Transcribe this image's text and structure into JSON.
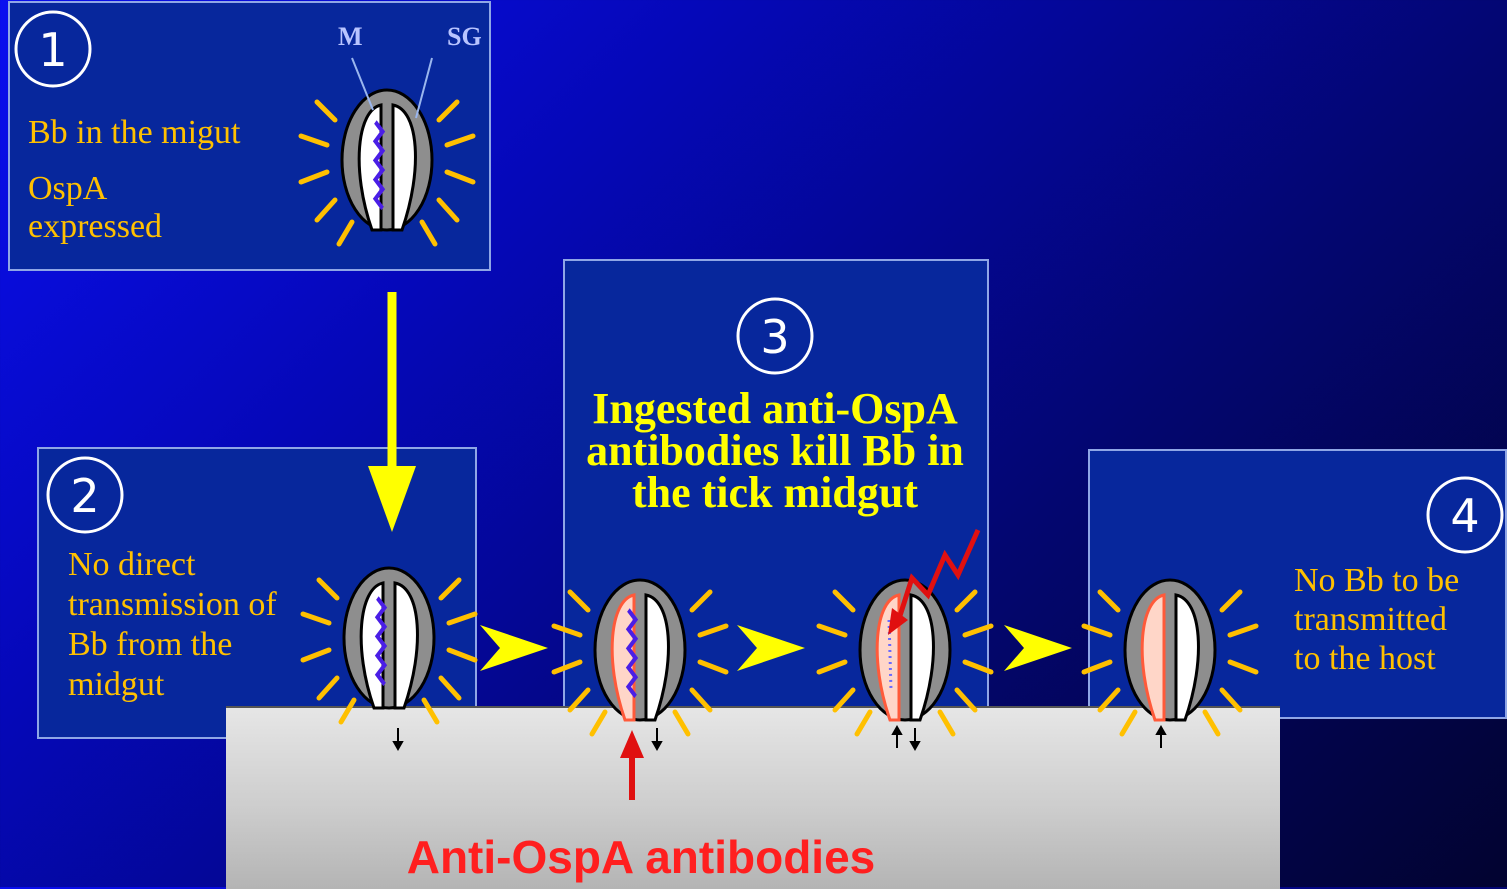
{
  "step1": {
    "number": "①",
    "line1": "Bb in the migut",
    "line2": "OspA",
    "line3": "expressed",
    "label_m": "M",
    "label_sg": "SG"
  },
  "step2": {
    "number": "②",
    "lines": [
      "No direct",
      "transmission of",
      "Bb from the",
      "midgut"
    ]
  },
  "step3": {
    "number": "③",
    "title": "Ingested anti-OspA antibodies kill Bb in the tick midgut"
  },
  "step4": {
    "number": "④",
    "lines": [
      "No Bb to be",
      "transmitted",
      "to the host"
    ]
  },
  "host": {
    "label": "Anti-OspA antibodies"
  },
  "colors": {
    "text": "#ffc000",
    "title": "#ffff00",
    "antibody": "#ff1f1f",
    "bacteria": "#4a1ee6",
    "flow_arrow": "#ffff00"
  }
}
